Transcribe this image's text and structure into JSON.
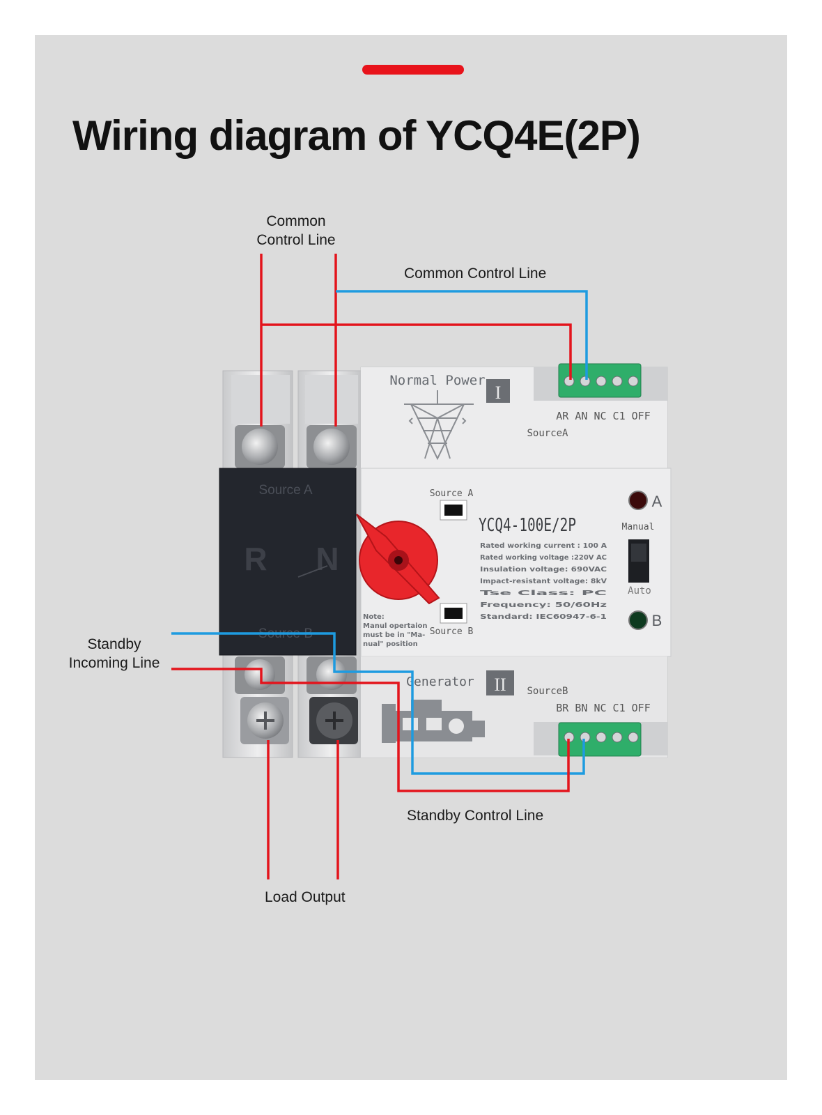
{
  "title": "Wiring diagram of YCQ4E(2P)",
  "colors": {
    "panel": "#dcdcdc",
    "accent": "#e8131b",
    "red_wire": "#e3141c",
    "blue_wire": "#1e9be0",
    "terminal": "#2fae6a",
    "knob": "#e8262b"
  },
  "labels": {
    "common_line_top_1": "Common",
    "common_line_top_2": "Control Line",
    "common_control_line": "Common Control Line",
    "standby_incoming_1": "Standby",
    "standby_incoming_2": "Incoming Line",
    "standby_control_line": "Standby Control Line",
    "load_output": "Load Output"
  },
  "device": {
    "normal_power": "Normal Power",
    "roman_one": "I",
    "roman_two": "II",
    "terminals_a": "AR AN NC C1 OFF",
    "source_a_small": "SourceA",
    "source_a_label": "Source A",
    "r_label": "R",
    "n_label": "N",
    "source_b_label": "Source B",
    "switch_source_a": "Source A",
    "switch_source_b": "Source B",
    "model": "YCQ4-100E/2P",
    "specs": [
      "Rated working current : 100   A",
      "Rated working voltage :220V AC",
      "Insulation voltage:        690VAC",
      "Impact-resistant voltage:      8kV",
      "Tse Class:                          PC",
      "Frequency:                   50/60Hz",
      "Standard:             IEC60947-6-1"
    ],
    "note": [
      "Note:",
      "Manul opertaion",
      "must be in \"Ma-",
      "nual\" position"
    ],
    "manual": "Manual",
    "auto": "Auto",
    "led_a": "A",
    "led_b": "B",
    "generator": "Generator",
    "source_b_small": "SourceB",
    "terminals_b": "BR BN NC C1 OFF"
  }
}
